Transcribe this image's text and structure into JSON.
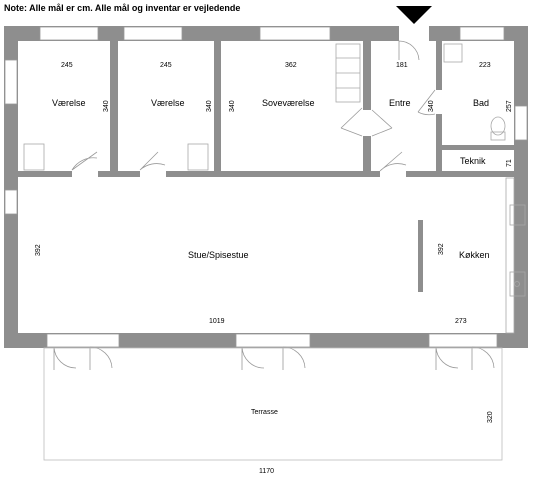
{
  "note": "Note: Alle mål er cm. Alle mål og inventar er vejledende",
  "rooms": {
    "vaerelse_1": "Værelse",
    "vaerelse_2": "Værelse",
    "sovevaerelse": "Soveværelse",
    "entre": "Entre",
    "bad": "Bad",
    "teknik": "Teknik",
    "stue": "Stue/Spisestue",
    "kokken": "Køkken",
    "terrasse": "Terrasse"
  },
  "dimensions": {
    "vaerelse_1_width": "245",
    "vaerelse_1_depth": "340",
    "vaerelse_2_width": "245",
    "vaerelse_2_depth": "340",
    "sovevaerelse_width": "362",
    "sovevaerelse_depth": "340",
    "entre_width": "181",
    "entre_depth": "340",
    "bad_width": "223",
    "bad_depth": "257",
    "teknik_depth": "71",
    "stue_depth": "392",
    "kokken_depth": "392",
    "stue_width": "1019",
    "kokken_width": "273",
    "terrasse_depth": "320",
    "terrasse_width": "1170"
  },
  "colors": {
    "wall": "#8e8e8e",
    "line": "#9a9a9a",
    "text": "#000000"
  },
  "icons": {
    "entrance": "entrance-arrow-icon"
  }
}
